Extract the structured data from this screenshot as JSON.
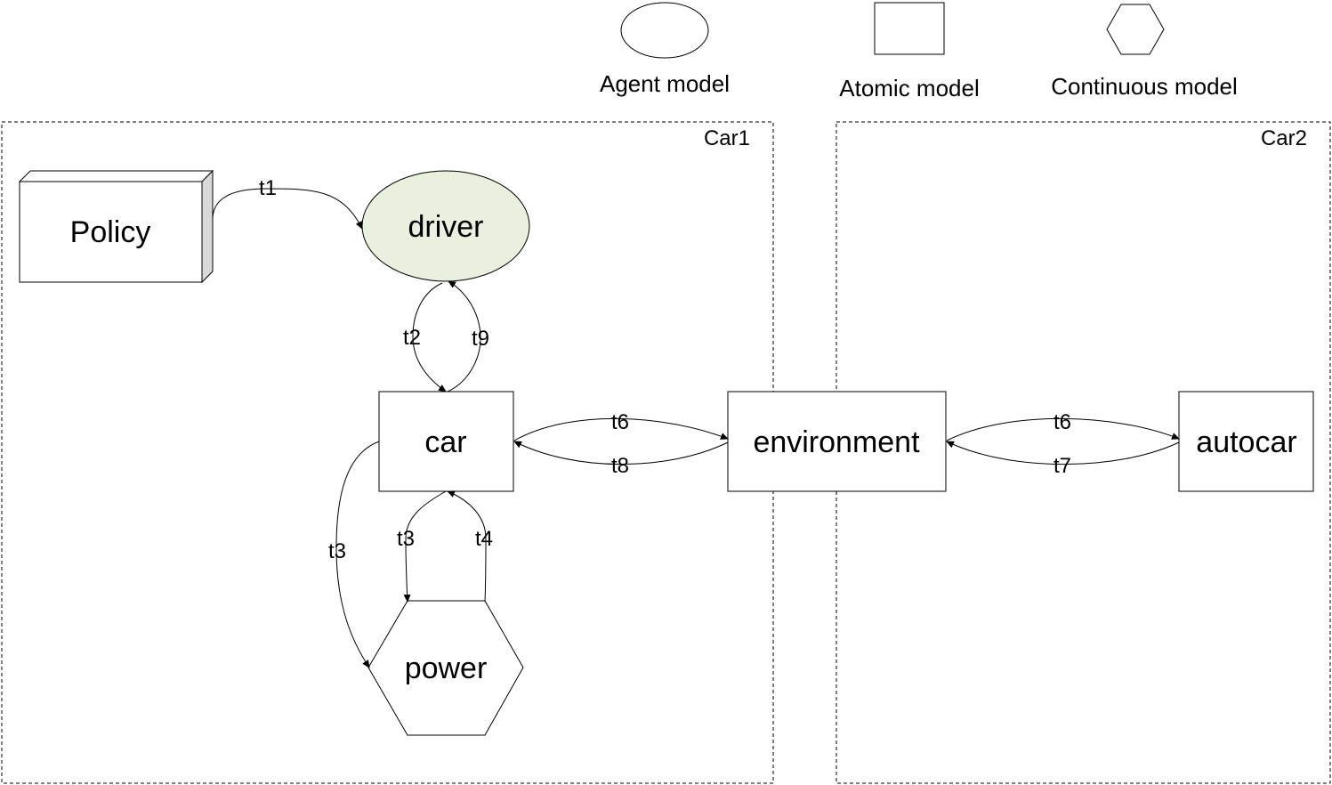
{
  "legend": {
    "agent": "Agent model",
    "atomic": "Atomic model",
    "continuous": "Continuous model"
  },
  "groups": {
    "car1": "Car1",
    "car2": "Car2"
  },
  "nodes": {
    "policy": "Policy",
    "driver": "driver",
    "car": "car",
    "power": "power",
    "environment": "environment",
    "autocar": "autocar"
  },
  "edges": {
    "policy_driver": "t1",
    "driver_car": "t2",
    "car_driver": "t9",
    "car_power_outer": "t3",
    "car_power_inner": "t3",
    "power_car": "t4",
    "car_env": "t6",
    "env_car": "t8",
    "env_autocar": "t6",
    "autocar_env": "t7"
  },
  "colors": {
    "agent_fill": "#e9f0dd",
    "policy_side": "#d9d9d9",
    "stroke": "#000000"
  }
}
